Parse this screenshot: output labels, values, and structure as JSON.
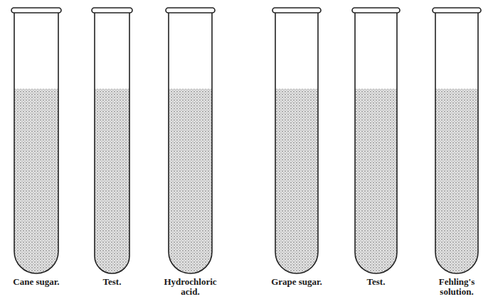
{
  "diagram": {
    "labels": [
      "Cane sugar.",
      "Test.",
      "Hydrochloric acid.",
      "Grape sugar.",
      "Test.",
      "Fehling's solution."
    ]
  }
}
